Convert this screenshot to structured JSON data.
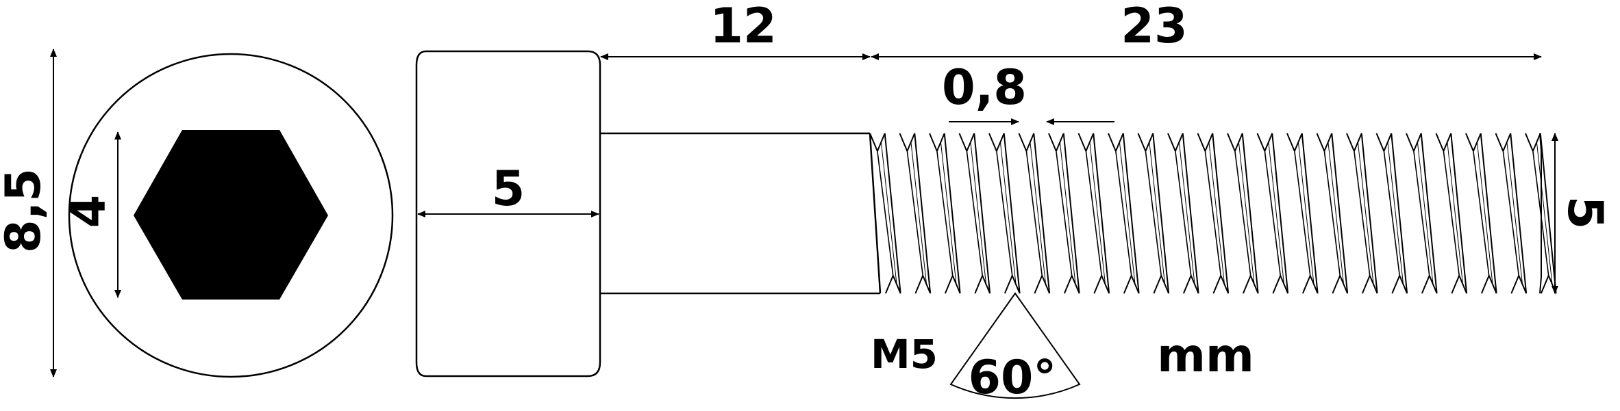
{
  "diagram": {
    "head_diameter": "8,5",
    "hex_socket_size": "4",
    "head_height": "5",
    "shank_length": "12",
    "thread_length": "23",
    "thread_pitch": "0,8",
    "thread_diameter": "5",
    "thread_designation": "M5",
    "thread_angle": "60°",
    "unit": "mm"
  },
  "colors": {
    "stroke": "#000000",
    "fill_hex": "#000000",
    "background": "#ffffff"
  }
}
